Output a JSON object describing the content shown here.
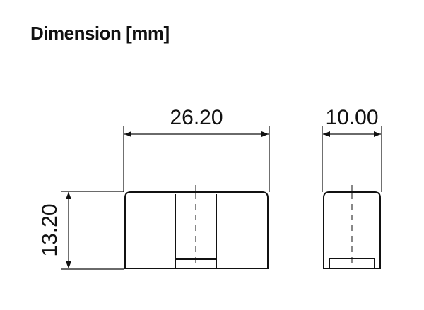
{
  "title": "Dimension [mm]",
  "dimensions": {
    "width": "26.20",
    "depth": "10.00",
    "height": "13.20"
  }
}
